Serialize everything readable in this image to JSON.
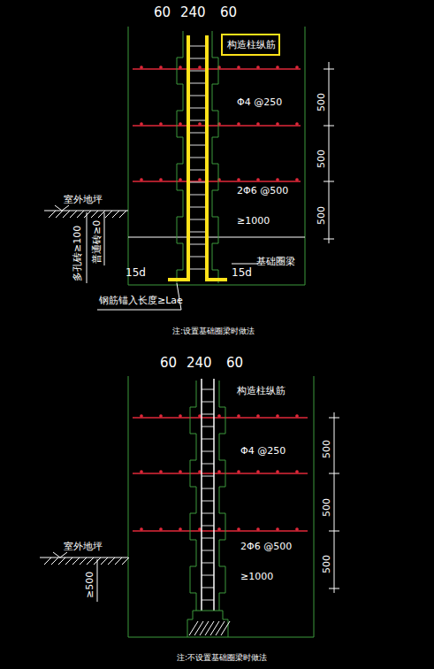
{
  "diagram": {
    "nodes": [
      {
        "text": [
          "构造柱纵筋"
        ]
      }
    ],
    "labels": [
      "60",
      "240",
      "60",
      "Φ4 @250",
      "2Φ6 @500",
      "≥1000",
      "室外地坪",
      "多孔砖≥100",
      "普通砖≥0",
      "500",
      "500",
      "500",
      "15d",
      "15d",
      "基础圈梁",
      "钢筋锚入长度≥Lae",
      "注:设置基础圈梁时做法",
      "60",
      "240",
      "60",
      "构造柱纵筋",
      "Φ4 @250",
      "2Φ6 @500",
      "≥1000",
      "室外地坪",
      "≥500",
      "500",
      "500",
      "500",
      "注:不设置基础圈梁时做法"
    ]
  }
}
